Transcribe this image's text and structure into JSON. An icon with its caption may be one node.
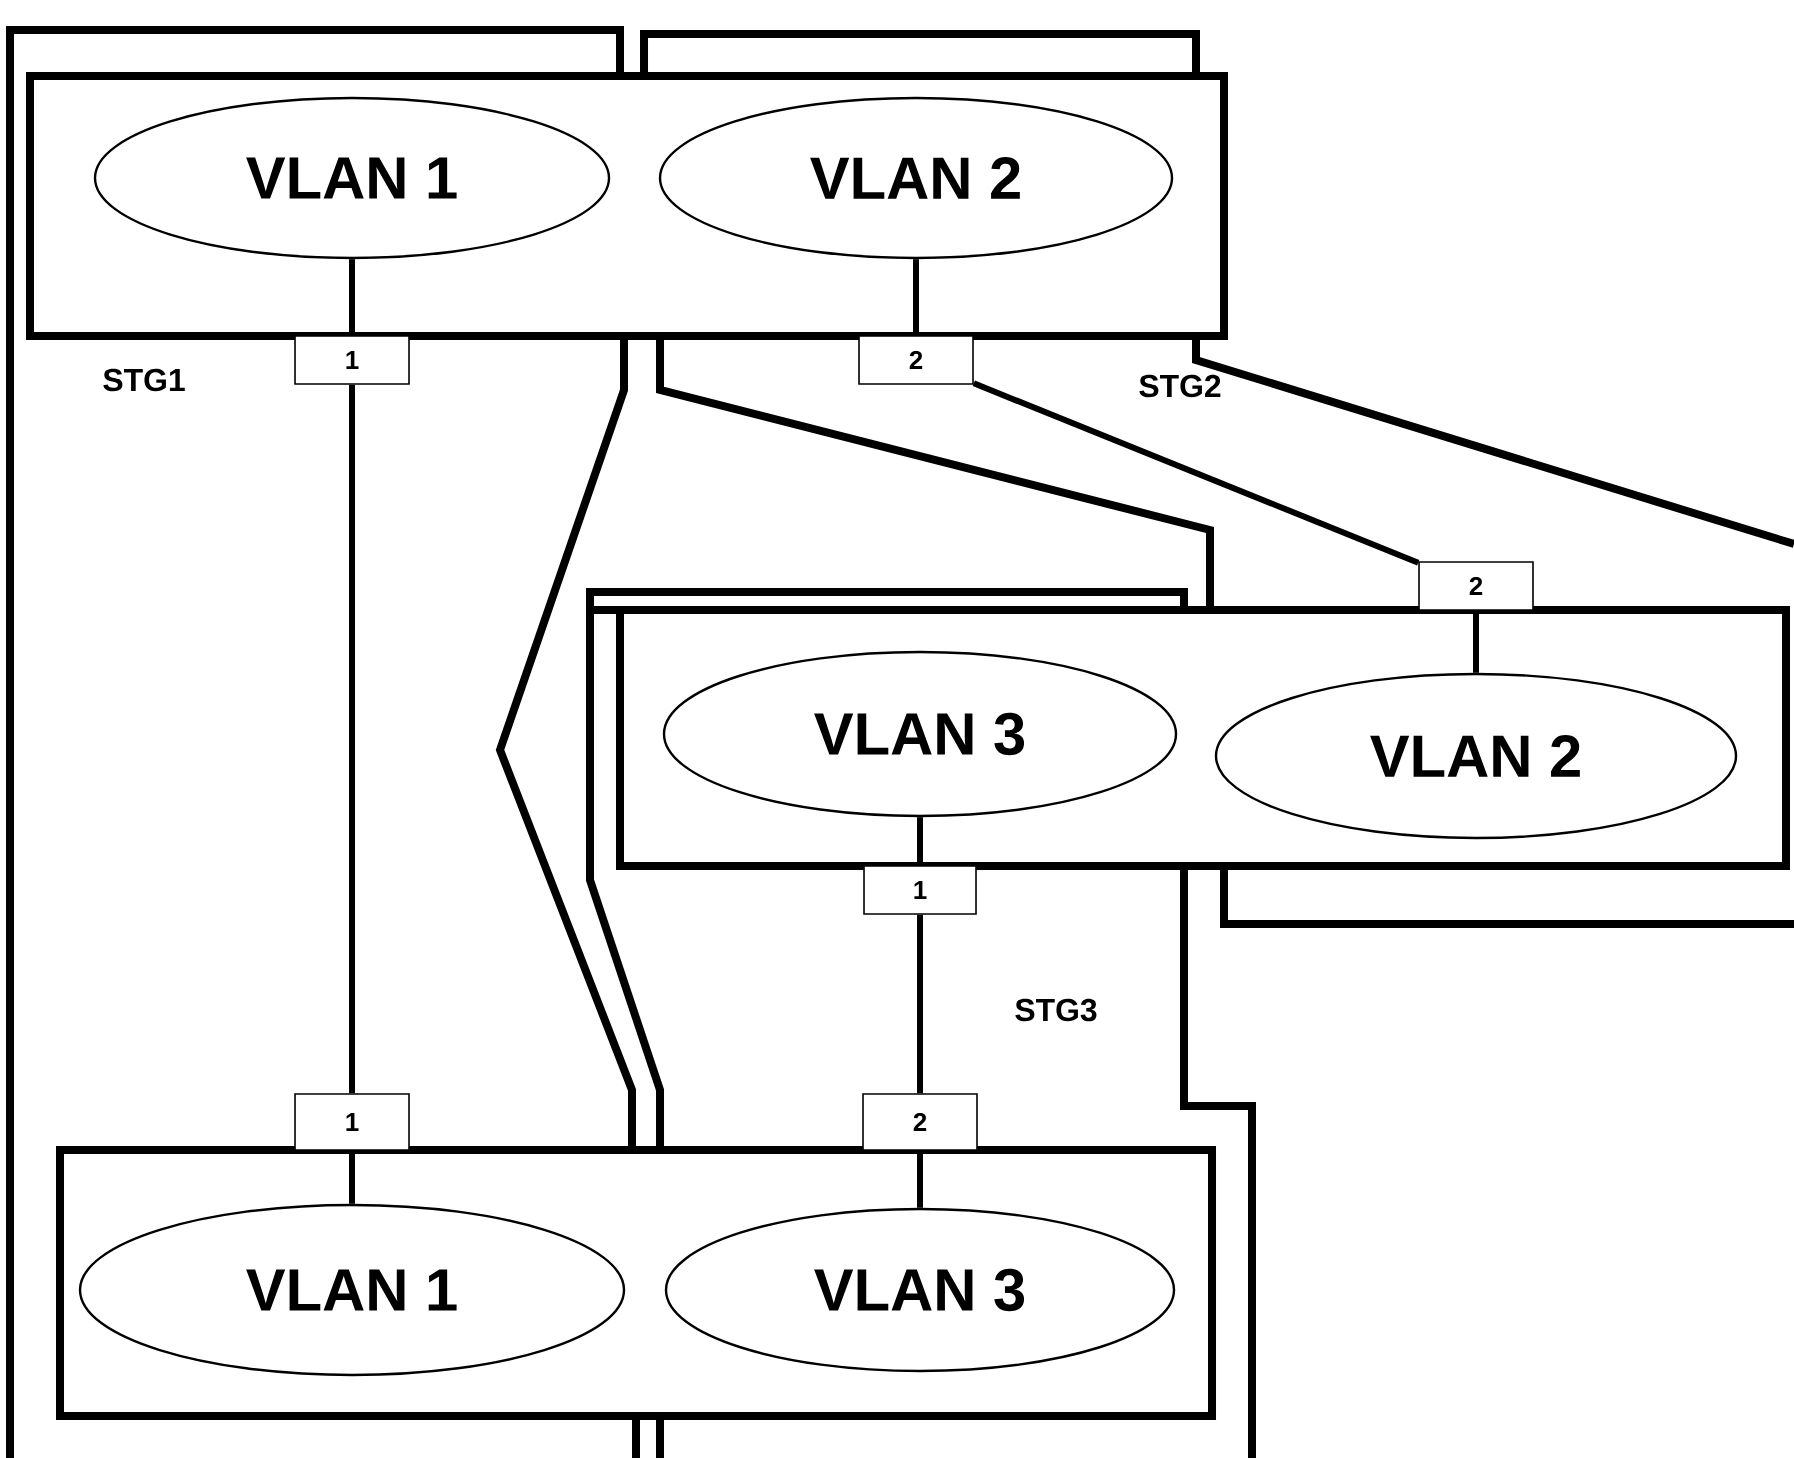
{
  "diagram": {
    "nodes": [
      {
        "text": [],
        "shape": "box"
      },
      {
        "text": [
          "VLAN 1"
        ],
        "in": 0
      },
      {
        "text": [
          "VLAN 2"
        ],
        "in": 0
      },
      {
        "text": [
          "1"
        ]
      },
      {
        "text": [
          "2"
        ]
      },
      {
        "text": [
          "2"
        ]
      },
      {
        "text": [],
        "shape": "box"
      },
      {
        "text": [
          "VLAN 3"
        ],
        "in": 6
      },
      {
        "text": [
          "VLAN 2"
        ],
        "in": 6
      },
      {
        "text": [
          "1"
        ]
      },
      {
        "text": [
          "1"
        ]
      },
      {
        "text": [
          "2"
        ]
      },
      {
        "text": [],
        "shape": "box"
      },
      {
        "text": [
          "VLAN 1"
        ],
        "in": 12
      },
      {
        "text": [
          "VLAN 3"
        ],
        "in": 12
      }
    ],
    "edges": [
      {
        "from": 1,
        "to": 3,
        "arrow": "none"
      },
      {
        "from": 2,
        "to": 4,
        "arrow": "none"
      },
      {
        "from": 3,
        "to": 10,
        "arrow": "none"
      },
      {
        "from": 4,
        "to": 5,
        "arrow": "none"
      },
      {
        "from": 5,
        "to": 8,
        "arrow": "none"
      },
      {
        "from": 7,
        "to": 9,
        "arrow": "none"
      },
      {
        "from": 9,
        "to": 11,
        "arrow": "none"
      },
      {
        "from": 10,
        "to": 13,
        "arrow": "none"
      },
      {
        "from": 11,
        "to": 14,
        "arrow": "none"
      }
    ],
    "labels": [
      "STG1",
      "STG2",
      "STG3"
    ]
  }
}
